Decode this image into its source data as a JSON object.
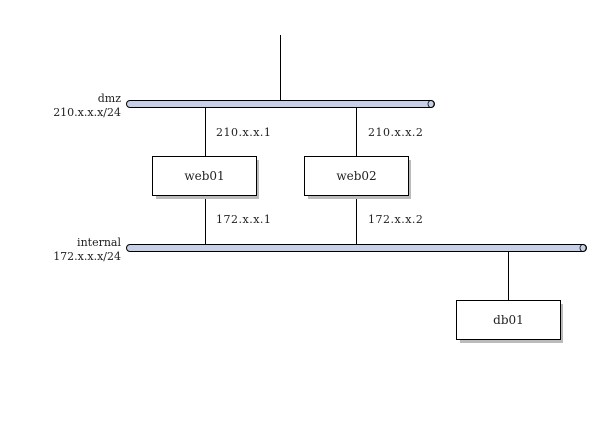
{
  "colors": {
    "bus_fill": "#c6d0e6",
    "line": "#000000",
    "node_fill": "#ffffff",
    "shadow": "#bbbbbb"
  },
  "networks": {
    "dmz": {
      "name": "dmz",
      "cidr": "210.x.x.x/24"
    },
    "internal": {
      "name": "internal",
      "cidr": "172.x.x.x/24"
    }
  },
  "nodes": {
    "web01": {
      "label": "web01",
      "dmz_ip": "210.x.x.1",
      "internal_ip": "172.x.x.1"
    },
    "web02": {
      "label": "web02",
      "dmz_ip": "210.x.x.2",
      "internal_ip": "172.x.x.2"
    },
    "db01": {
      "label": "db01"
    }
  }
}
